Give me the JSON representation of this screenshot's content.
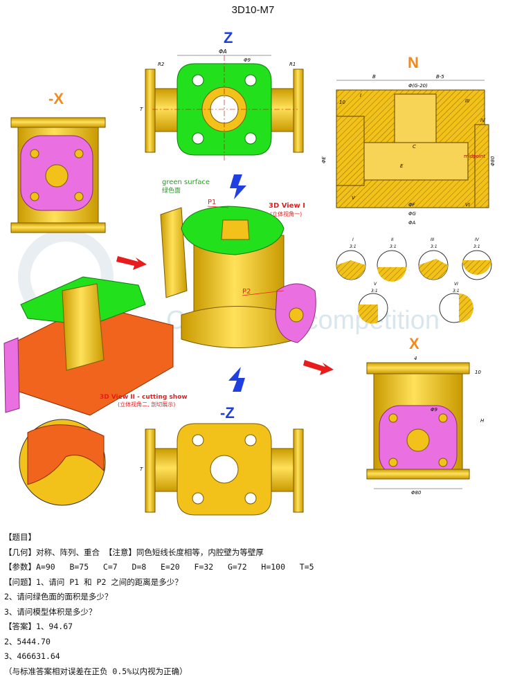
{
  "title": "3D10-M7",
  "views": {
    "z_top": "Z",
    "z_bottom": "-Z",
    "x_left": "-X",
    "x_right": "X",
    "n_section": "N"
  },
  "annotations": {
    "green_surface": "green surface",
    "green_surface_cn": "绿色面",
    "p1": "P1",
    "p2": "P2",
    "view1": "3D View I",
    "view1_cn": "(立体视角一)",
    "view2": "3D View II - cutting show",
    "view2_cn": "(立体视角二, 剖切展示)",
    "midpoint": "midpoint"
  },
  "dims": {
    "phi_a": "ΦA",
    "phi_g": "ΦG",
    "phi_f": "ΦF",
    "phi_80": "Φ80",
    "phi_9": "Φ9",
    "b": "B",
    "b_minus_5": "B-5",
    "phi_g_minus_20": "Φ(G-20)",
    "h": "H",
    "ten": "10",
    "t": "T",
    "r2": "R2",
    "r1": "R1",
    "e": "E",
    "c": "C",
    "phi_e": "ΦE",
    "four": "4"
  },
  "details": {
    "labels": [
      "I",
      "II",
      "III",
      "IV",
      "V",
      "VI"
    ],
    "scale": "3:1"
  },
  "watermark": "CAD digital competition",
  "text": {
    "heading": "【题目】",
    "geometry": "【几何】对称、阵列、重合 【注意】同色短线长度相等，内腔壁为等壁厚",
    "params": "【参数】A=90   B=75   C=7   D=8   E=20   F=32   G=72   H=100   T=5",
    "q1": "【问题】1、请问 P1 和 P2 之间的距离是多少？",
    "q2": "2、请问绿色面的面积是多少？",
    "q3": "3、请问模型体积是多少？",
    "a1": "【答案】1、94.67",
    "a2": "2、5444.70",
    "a3": "3、466631.64",
    "note": "（与标准答案相对误差在正负 0.5%以内视为正确）"
  },
  "colors": {
    "gold": "#f2c21b",
    "gold_dark": "#b88a00",
    "green": "#22e01c",
    "pink": "#ea6fe0",
    "orange": "#f0641e",
    "blue": "#1f3fe0",
    "red": "#e81c1c",
    "label_orange": "#f08a1e"
  }
}
